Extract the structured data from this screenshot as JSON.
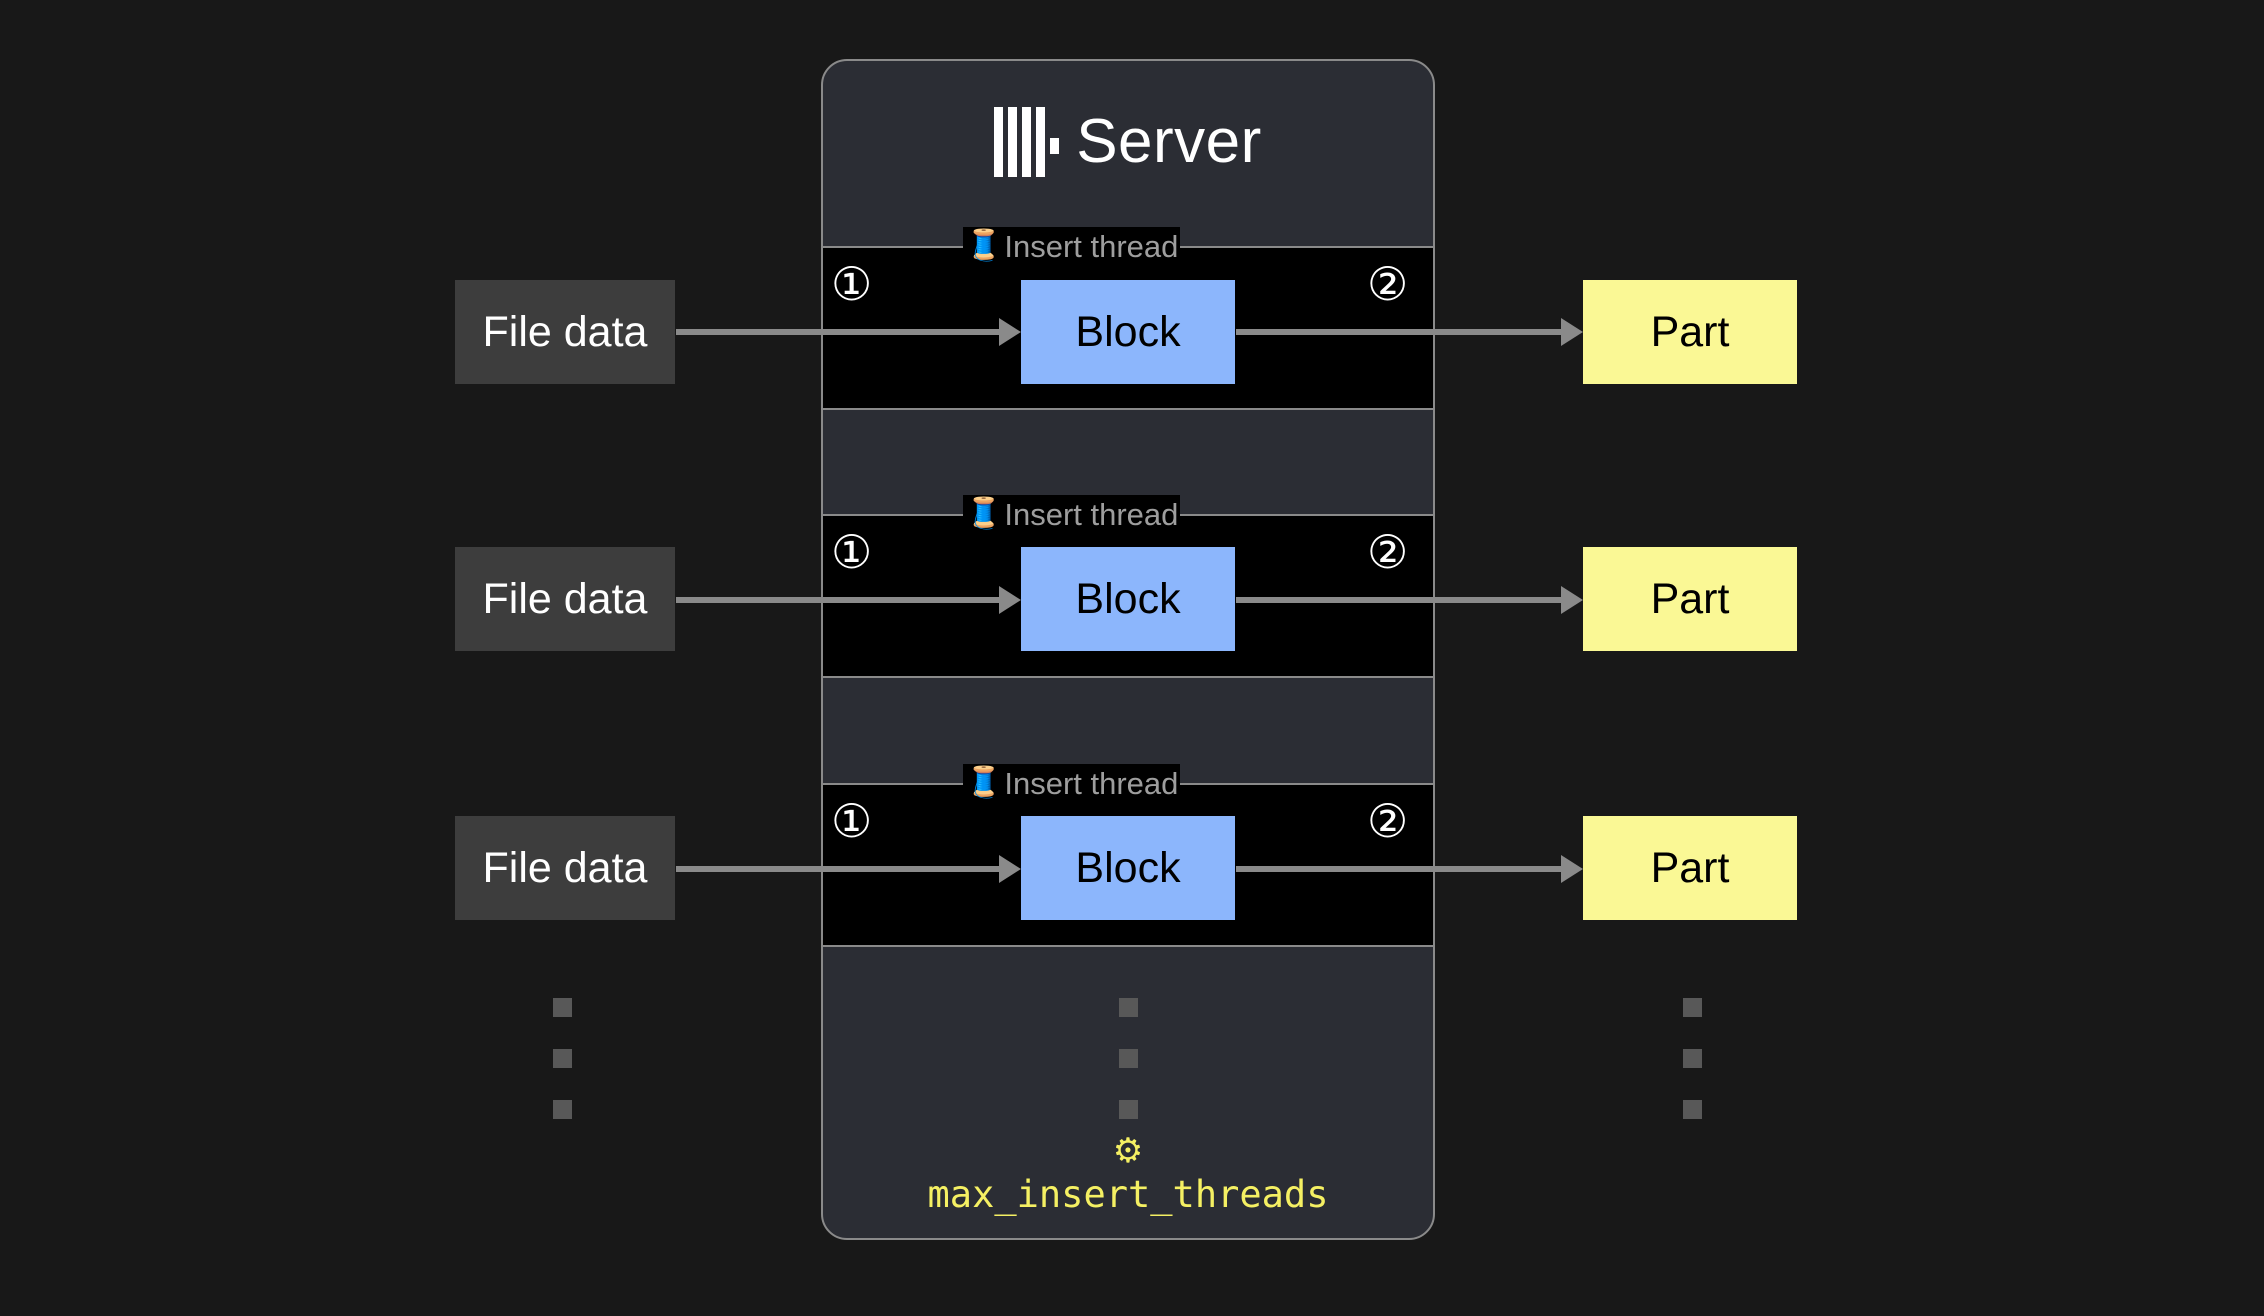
{
  "page": {
    "background_color": "#181818"
  },
  "server": {
    "title": "Server",
    "logo_icon": "clickhouse-logo-icon",
    "card_color": "#2b2d34",
    "border_color": "#8a8a8a"
  },
  "threads": [
    {
      "label": "Insert thread",
      "icon": "thread-spool-icon",
      "icon_glyph": "🧵",
      "step_in": "①",
      "step_out": "②",
      "source": "File data",
      "block": "Block",
      "target": "Part"
    },
    {
      "label": "Insert thread",
      "icon": "thread-spool-icon",
      "icon_glyph": "🧵",
      "step_in": "①",
      "step_out": "②",
      "source": "File data",
      "block": "Block",
      "target": "Part"
    },
    {
      "label": "Insert thread",
      "icon": "thread-spool-icon",
      "icon_glyph": "🧵",
      "step_in": "①",
      "step_out": "②",
      "source": "File data",
      "block": "Block",
      "target": "Part"
    }
  ],
  "setting": {
    "icon": "gear-icon",
    "icon_glyph": "⚙",
    "name": "max_insert_threads",
    "color": "#f5f063"
  },
  "colors": {
    "file_data_box": "#3d3d3d",
    "block_box": "#8cb6fc",
    "part_box": "#faf895",
    "thread_region": "#000000",
    "arrow": "#8a8a8a",
    "label_text": "#9e9e9e",
    "ellipsis_square": "#585858"
  },
  "ellipsis": {
    "count": 3,
    "columns": [
      "left",
      "center",
      "right"
    ]
  }
}
